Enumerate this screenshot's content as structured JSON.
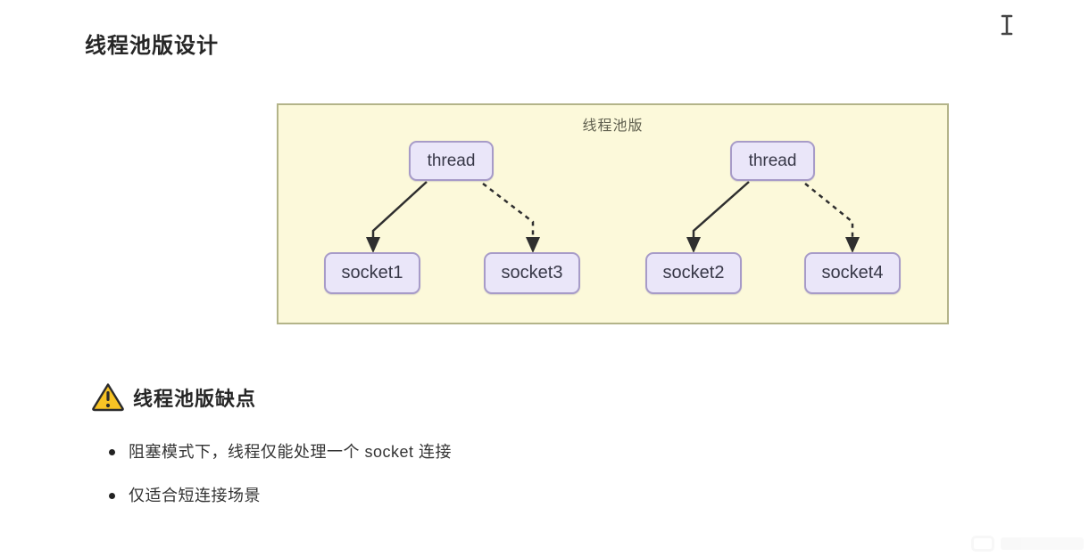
{
  "page": {
    "title": "线程池版设计"
  },
  "diagram": {
    "label": "线程池版",
    "nodes": [
      {
        "id": "thread1",
        "label": "thread"
      },
      {
        "id": "thread2",
        "label": "thread"
      },
      {
        "id": "socket1",
        "label": "socket1"
      },
      {
        "id": "socket3",
        "label": "socket3"
      },
      {
        "id": "socket2",
        "label": "socket2"
      },
      {
        "id": "socket4",
        "label": "socket4"
      }
    ],
    "edges": [
      {
        "from": "thread1",
        "to": "socket1",
        "style": "solid"
      },
      {
        "from": "thread1",
        "to": "socket3",
        "style": "dashed"
      },
      {
        "from": "thread2",
        "to": "socket2",
        "style": "solid"
      },
      {
        "from": "thread2",
        "to": "socket4",
        "style": "dashed"
      }
    ],
    "colors": {
      "panel_bg": "#fcf9da",
      "panel_border": "#b3b489",
      "node_bg": "#eae6f9",
      "node_border": "#a79bc8",
      "node_text": "#373747",
      "arrow": "#2f2f2f"
    }
  },
  "warning": {
    "icon": "warning-triangle",
    "icon_color": "#f7c325",
    "heading": "线程池版缺点",
    "bullets": [
      "阻塞模式下，线程仅能处理一个 socket 连接",
      "仅适合短连接场景"
    ]
  },
  "cursor": {
    "icon": "text-cursor"
  }
}
